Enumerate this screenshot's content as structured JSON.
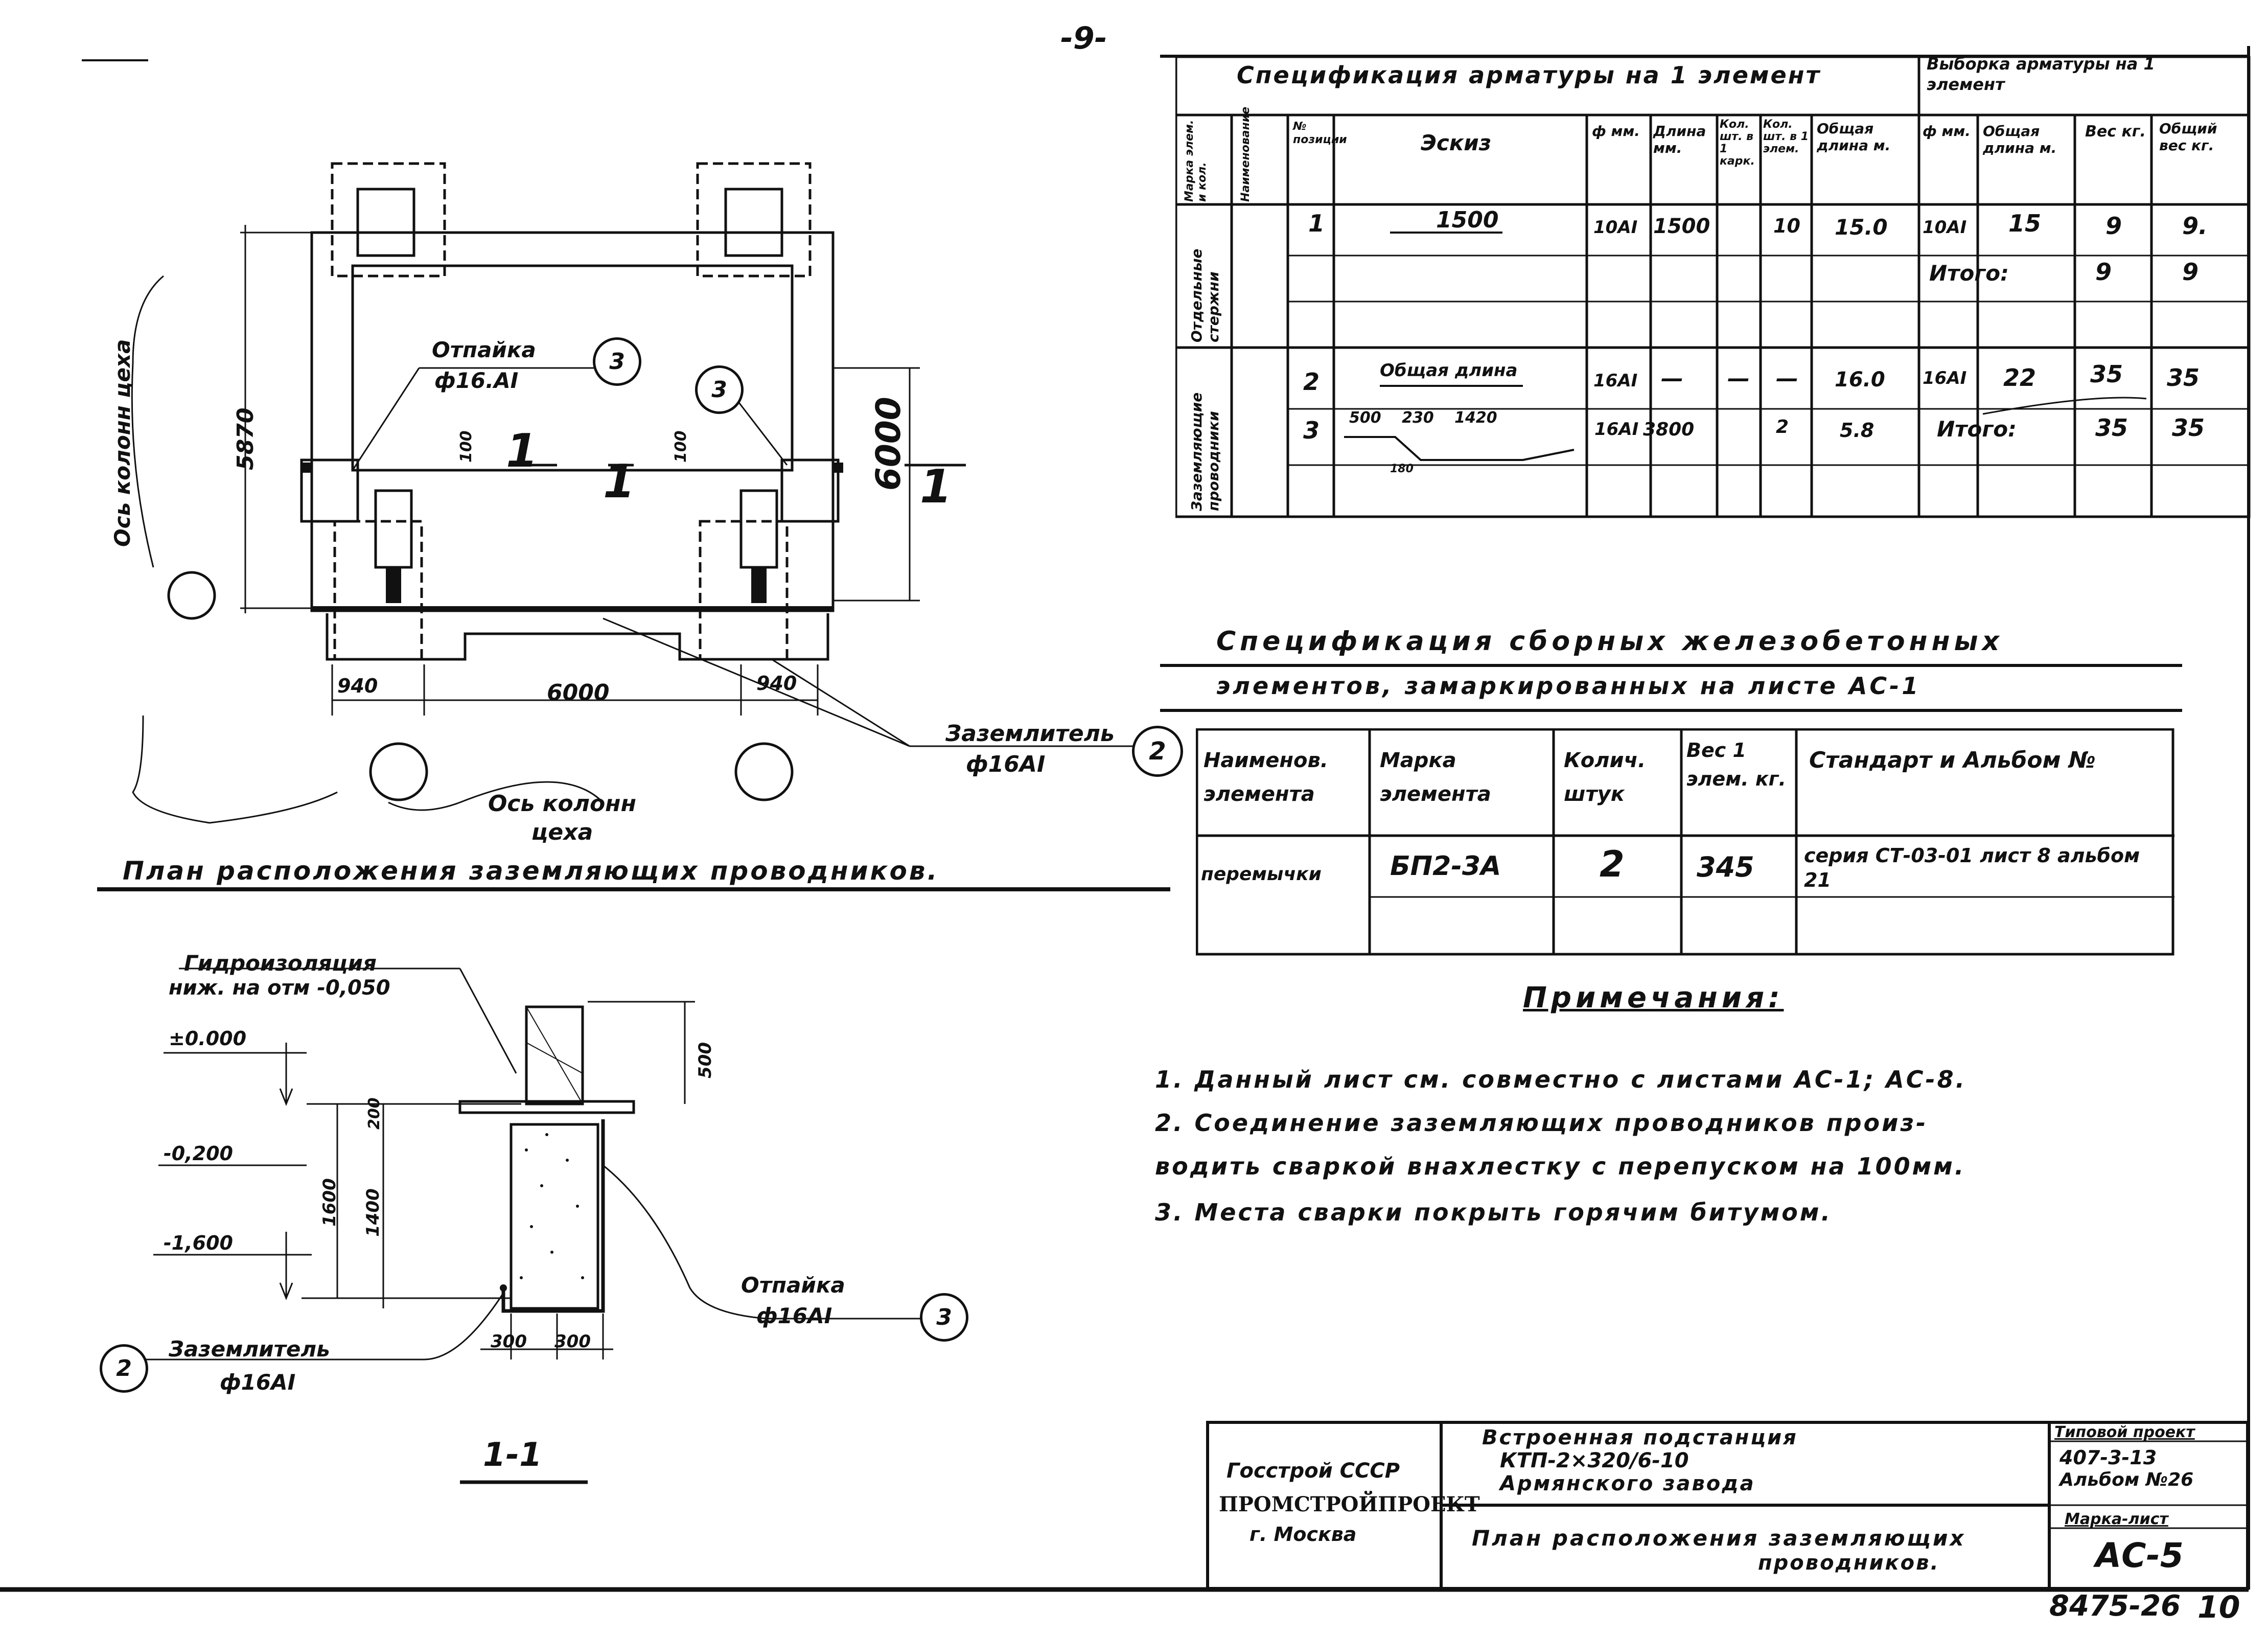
{
  "sheet": {
    "page_number": "-9-",
    "inventory_number": "8475-26",
    "sheet_count": "10"
  },
  "plan": {
    "title": "План расположения заземляющих проводников.",
    "column_axis_label": "Ось колонн цеха",
    "column_axis_label_left": "Ось колонн цеха",
    "branch_label": "Отпайка",
    "branch_diameter": "ф16.AI",
    "grounding_label": "Заземлитель",
    "grounding_diameter": "ф16AI",
    "dim_width": "6000",
    "dim_left": "940",
    "dim_right": "940",
    "dim_height_outer": "5870",
    "dim_height_inner": "6000",
    "dim_offset": "100",
    "section_mark": "1",
    "circle_2": "2",
    "circle_3": "3"
  },
  "section": {
    "title": "1-1",
    "waterproofing": "Гидроизоляция",
    "waterproofing_level": "ниж. на отм -0,050",
    "elev_0": "±0.000",
    "elev_1": "-0,200",
    "elev_2": "-1,600",
    "dim_200": "200",
    "dim_1400": "1400",
    "dim_1600": "1600",
    "dim_500": "500",
    "dim_300a": "300",
    "dim_300b": "300",
    "branch_label": "Отпайка",
    "branch_diameter": "ф16AI",
    "grounding_label": "Заземлитель",
    "grounding_diameter": "ф16AI",
    "circle_2": "2",
    "circle_3": "3"
  },
  "rebar_spec": {
    "title": "Спецификация арматуры на 1 элемент",
    "selection_title": "Выборка арматуры на 1 элемент",
    "headers": {
      "name": "Марка элем. и кол.",
      "kind": "Наименование",
      "pos": "№ позиции",
      "sketch": "Эскиз",
      "diam": "ф мм.",
      "length": "Длина мм.",
      "qty_frame": "Кол. шт. в 1 карк.",
      "qty_elem": "Кол. шт. в 1 элем.",
      "total_length": "Общая длина м.",
      "sel_diam": "ф мм.",
      "sel_total_length": "Общая длина м.",
      "sel_weight": "Вес кг.",
      "sel_total_weight": "Общий вес кг."
    },
    "group1_label": "Отдельные стержни",
    "group2_label": "Заземляющие проводники",
    "rows": [
      {
        "pos": "1",
        "sketch": "1500",
        "diam": "10AI",
        "length": "1500",
        "qty_frame": "",
        "qty_elem": "10",
        "total": "15.0",
        "sel_diam": "10AI",
        "sel_len": "15",
        "sel_w": "9",
        "sel_tw": "9."
      },
      {
        "pos": "",
        "sketch": "",
        "diam": "",
        "length": "",
        "qty_frame": "",
        "qty_elem": "",
        "total": "",
        "sel_diam": "",
        "sel_len": "Итого:",
        "sel_w": "9",
        "sel_tw": "9"
      },
      {
        "pos": "2",
        "sketch": "Общая длина",
        "diam": "16AI",
        "length": "—",
        "qty_frame": "—",
        "qty_elem": "—",
        "total": "16.0",
        "sel_diam": "16AI",
        "sel_len": "22",
        "sel_w": "35",
        "sel_tw": "35"
      },
      {
        "pos": "3",
        "sketch": "500 230 1420",
        "diam": "16AI",
        "length": "3800",
        "qty_frame": "",
        "qty_elem": "2",
        "total": "5.8",
        "sel_diam": "",
        "sel_len": "Итого:",
        "sel_w": "35",
        "sel_tw": "35"
      }
    ],
    "sketch3_extra": "180"
  },
  "precast_spec": {
    "title_line1": "Спецификация сборных железобетонных",
    "title_line2": "элементов, замаркированных на листе АС-1",
    "headers": [
      "Наименов. элемента",
      "Марка элемента",
      "Колич. штук",
      "Вес 1 элем. кг.",
      "Стандарт и Альбом №"
    ],
    "rows": [
      [
        "перемычки",
        "БП2-3А",
        "2",
        "345",
        "серия СТ-03-01 лист 8 альбом 21"
      ]
    ]
  },
  "notes": {
    "title": "Примечания:",
    "items": [
      "1. Данный лист см. совместно с листами АС-1; АС-8.",
      "2. Соединение заземляющих проводников произ-",
      "водить сваркой внахлестку с перепуском на 100мм.",
      "3. Места сварки покрыть горячим битумом."
    ]
  },
  "title_block": {
    "org1": "Госстрой СССР",
    "org2": "ПРОМСТРОЙПРОЕКТ",
    "org3": "г. Москва",
    "project_line1": "Встроенная подстанция",
    "project_line2": "КТП-2×320/6-10",
    "project_line3": "Армянского завода",
    "sheet_name_line1": "План расположения заземляющих",
    "sheet_name_line2": "проводников.",
    "typical_label": "Типовой проект",
    "typical_value": "407-3-13",
    "album": "Альбом №26",
    "mark_label": "Марка-лист",
    "mark_value": "АС-5"
  }
}
